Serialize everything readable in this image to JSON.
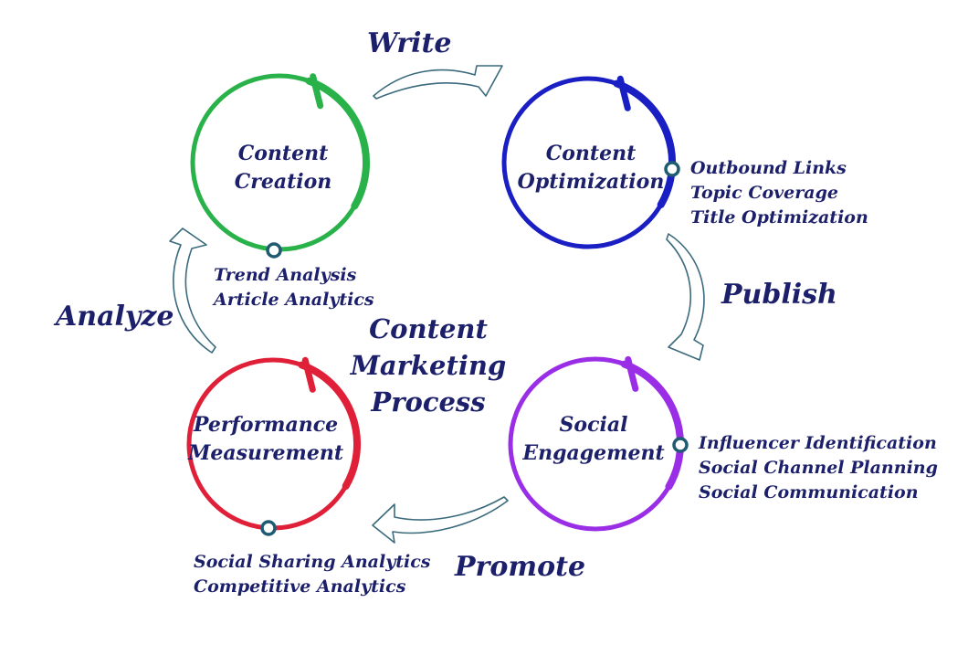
{
  "center_title": [
    "Content",
    "Marketing",
    "Process"
  ],
  "stages": [
    {
      "id": "content-creation",
      "color": "#2ab24a",
      "lines": [
        "Content",
        "Creation"
      ],
      "details": [
        "Trend Analysis",
        "Article Analytics"
      ]
    },
    {
      "id": "content-optimization",
      "color": "#1a1fc4",
      "lines": [
        "Content",
        "Optimization"
      ],
      "details": [
        "Outbound Links",
        "Topic Coverage",
        "Title Optimization"
      ]
    },
    {
      "id": "social-engagement",
      "color": "#9a2ee6",
      "lines": [
        "Social",
        "Engagement"
      ],
      "details": [
        "Influencer Identification",
        "Social Channel Planning",
        "Social Communication"
      ]
    },
    {
      "id": "performance-measurement",
      "color": "#e02038",
      "lines": [
        "Performance",
        "Measurement"
      ],
      "details": [
        "Social Sharing Analytics",
        "Competitive Analytics"
      ]
    }
  ],
  "steps": {
    "write": "Write",
    "publish": "Publish",
    "promote": "Promote",
    "analyze": "Analyze"
  },
  "colors": {
    "text": "#1c1f6a",
    "arrow_outline": "#3a6a7c",
    "dot_outline": "#1f5b73"
  }
}
